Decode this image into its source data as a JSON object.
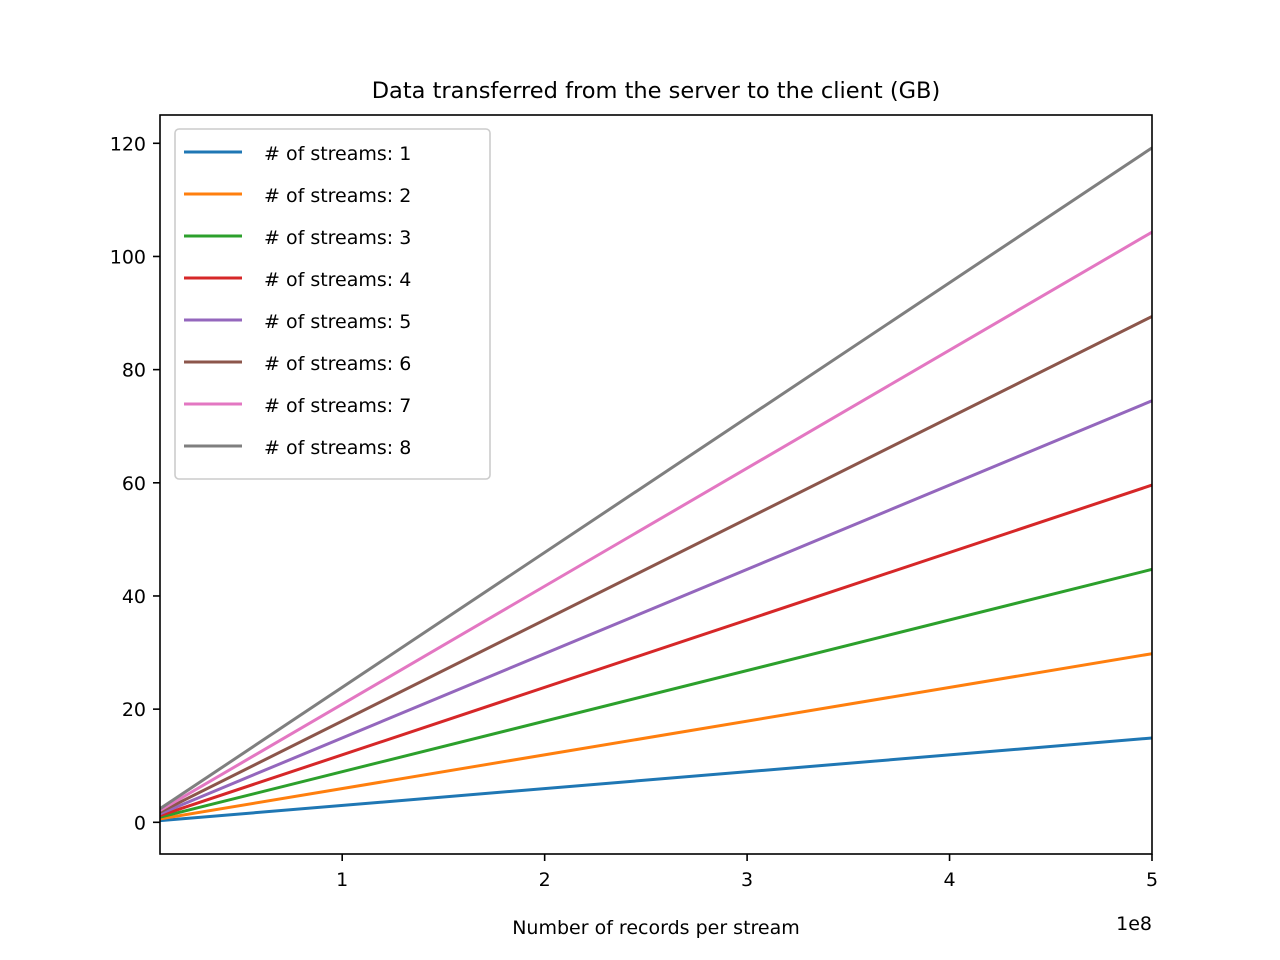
{
  "chart_data": {
    "type": "line",
    "title": "Data transferred from the server to the client (GB)",
    "xlabel": "Number of records per stream",
    "ylabel": "",
    "x_offset_text": "1e8",
    "x_scale": 100000000,
    "xlim": [
      10000000,
      500000000
    ],
    "ylim": [
      -5.6,
      125.0
    ],
    "xticks": [
      100000000,
      200000000,
      300000000,
      400000000,
      500000000
    ],
    "xtick_labels": [
      "1",
      "2",
      "3",
      "4",
      "5"
    ],
    "yticks": [
      0,
      20,
      40,
      60,
      80,
      100,
      120
    ],
    "ytick_labels": [
      "0",
      "20",
      "40",
      "60",
      "80",
      "100",
      "120"
    ],
    "grid": false,
    "legend_position": "top-left",
    "x": [
      10000000,
      500000000
    ],
    "series": [
      {
        "name": "# of streams: 1",
        "color": "#1f77b4",
        "values": [
          0.3,
          14.9
        ]
      },
      {
        "name": "# of streams: 2",
        "color": "#ff7f0e",
        "values": [
          0.6,
          29.8
        ]
      },
      {
        "name": "# of streams: 3",
        "color": "#2ca02c",
        "values": [
          0.9,
          44.7
        ]
      },
      {
        "name": "# of streams: 4",
        "color": "#d62728",
        "values": [
          1.2,
          59.6
        ]
      },
      {
        "name": "# of streams: 5",
        "color": "#9467bd",
        "values": [
          1.5,
          74.5
        ]
      },
      {
        "name": "# of streams: 6",
        "color": "#8c564b",
        "values": [
          1.8,
          89.4
        ]
      },
      {
        "name": "# of streams: 7",
        "color": "#e377c2",
        "values": [
          2.1,
          104.3
        ]
      },
      {
        "name": "# of streams: 8",
        "color": "#7f7f7f",
        "values": [
          2.4,
          119.2
        ]
      }
    ]
  }
}
